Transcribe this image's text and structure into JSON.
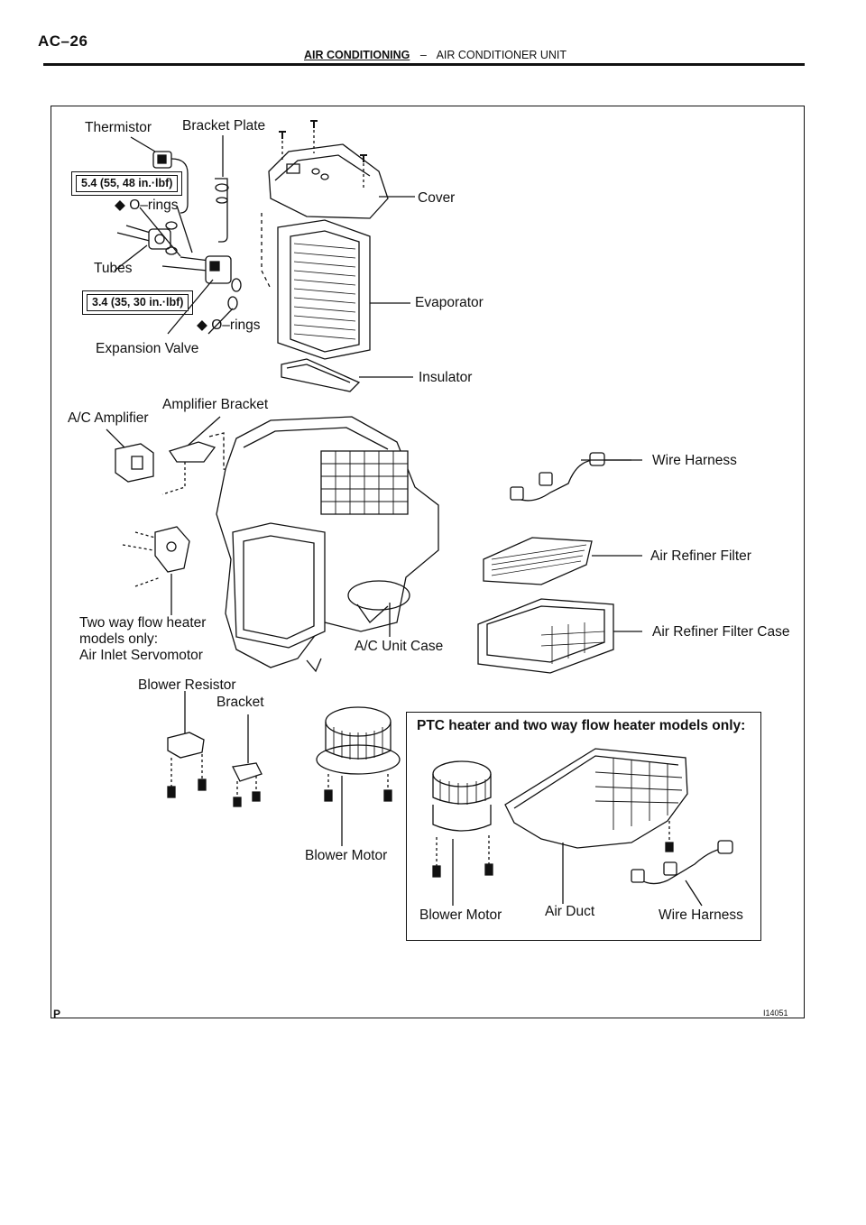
{
  "header": {
    "page_id": "AC–26",
    "section": "AIR CONDITIONING",
    "separator": "–",
    "subsection": "AIR CONDITIONER UNIT"
  },
  "labels": {
    "thermistor": "Thermistor",
    "bracket_plate": "Bracket Plate",
    "torque_1": "5.4 (55, 48 in.·lbf)",
    "orings_1": "◆ O–rings",
    "cover": "Cover",
    "tubes": "Tubes",
    "torque_2": "3.4 (35, 30 in.·lbf)",
    "evaporator": "Evaporator",
    "orings_2": "◆ O–rings",
    "expansion_valve": "Expansion Valve",
    "insulator": "Insulator",
    "amplifier_bracket": "Amplifier Bracket",
    "ac_amplifier": "A/C Amplifier",
    "wire_harness": "Wire Harness",
    "air_refiner_filter": "Air Refiner Filter",
    "two_way_line1": "Two way flow heater",
    "two_way_line2": "models only:",
    "two_way_line3": "Air Inlet Servomotor",
    "ac_unit_case": "A/C Unit Case",
    "air_refiner_filter_case": "Air Refiner Filter Case",
    "blower_resistor": "Blower Resistor",
    "bracket": "Bracket",
    "blower_motor": "Blower Motor"
  },
  "ptc_inset": {
    "title": "PTC heater and two way flow heater models only:",
    "blower_motor": "Blower Motor",
    "air_duct": "Air Duct",
    "wire_harness": "Wire Harness"
  },
  "footer": {
    "corner_mark": "P",
    "figure_code": "I14051"
  }
}
